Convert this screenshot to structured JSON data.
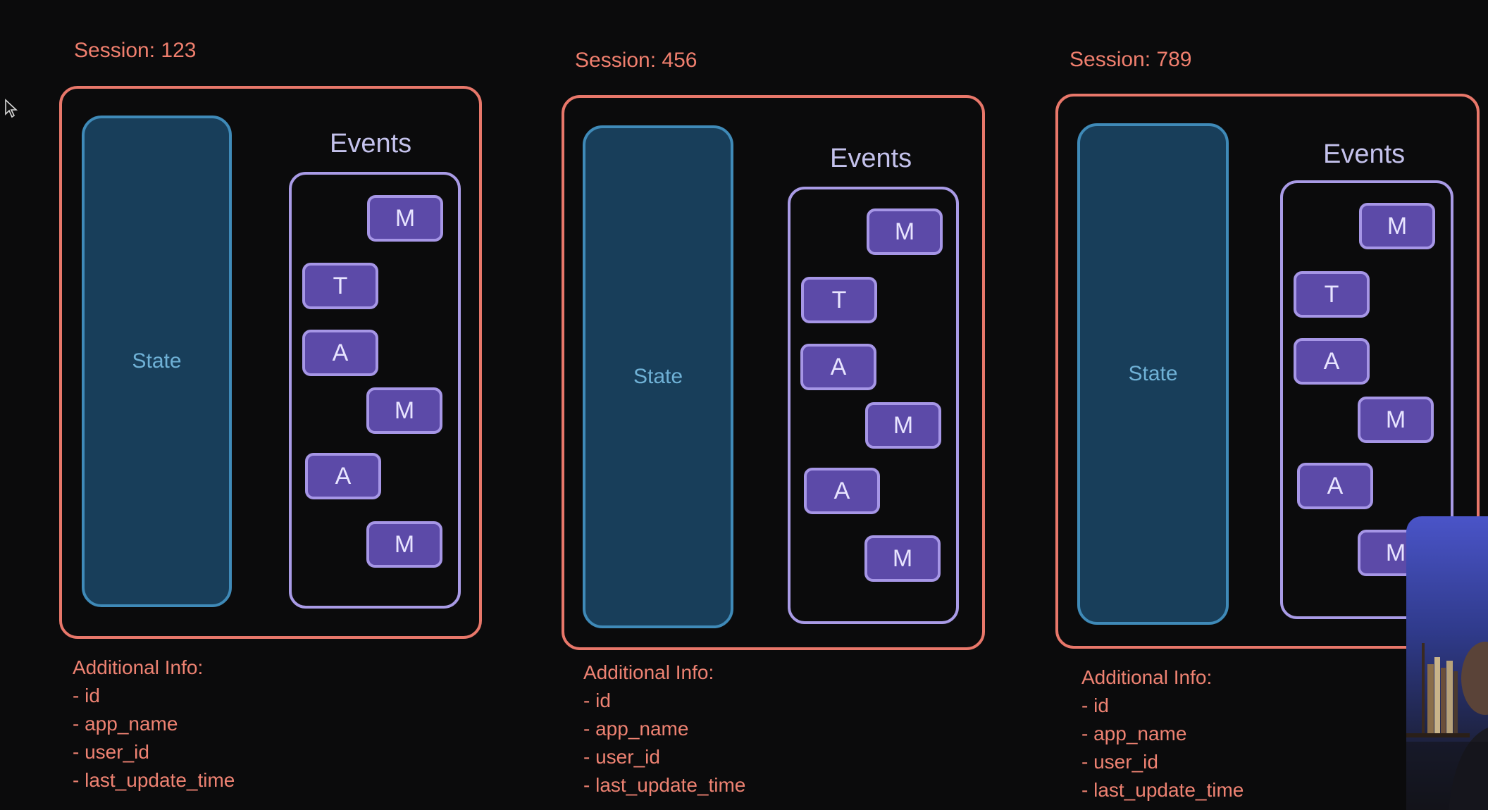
{
  "sessions": [
    {
      "label": "Session: 123",
      "state_label": "State",
      "events_title": "Events",
      "events": [
        "M",
        "T",
        "A",
        "M",
        "A",
        "M"
      ],
      "info_title": "Additional Info:",
      "info_items": [
        "- id",
        "- app_name",
        "- user_id",
        "- last_update_time"
      ]
    },
    {
      "label": "Session: 456",
      "state_label": "State",
      "events_title": "Events",
      "events": [
        "M",
        "T",
        "A",
        "M",
        "A",
        "M"
      ],
      "info_title": "Additional Info:",
      "info_items": [
        "- id",
        "- app_name",
        "- user_id",
        "- last_update_time"
      ]
    },
    {
      "label": "Session: 789",
      "state_label": "State",
      "events_title": "Events",
      "events": [
        "M",
        "T",
        "A",
        "M",
        "A",
        "M"
      ],
      "info_title": "Additional Info:",
      "info_items": [
        "- id",
        "- app_name",
        "- user_id",
        "- last_update_time"
      ]
    }
  ],
  "colors": {
    "session_border": "#e8776a",
    "state_fill": "#183e5a",
    "state_border": "#3f8ab8",
    "events_border": "#a99be6",
    "event_chip_fill": "#5c4aa8",
    "text_accent": "#f07f6e"
  }
}
